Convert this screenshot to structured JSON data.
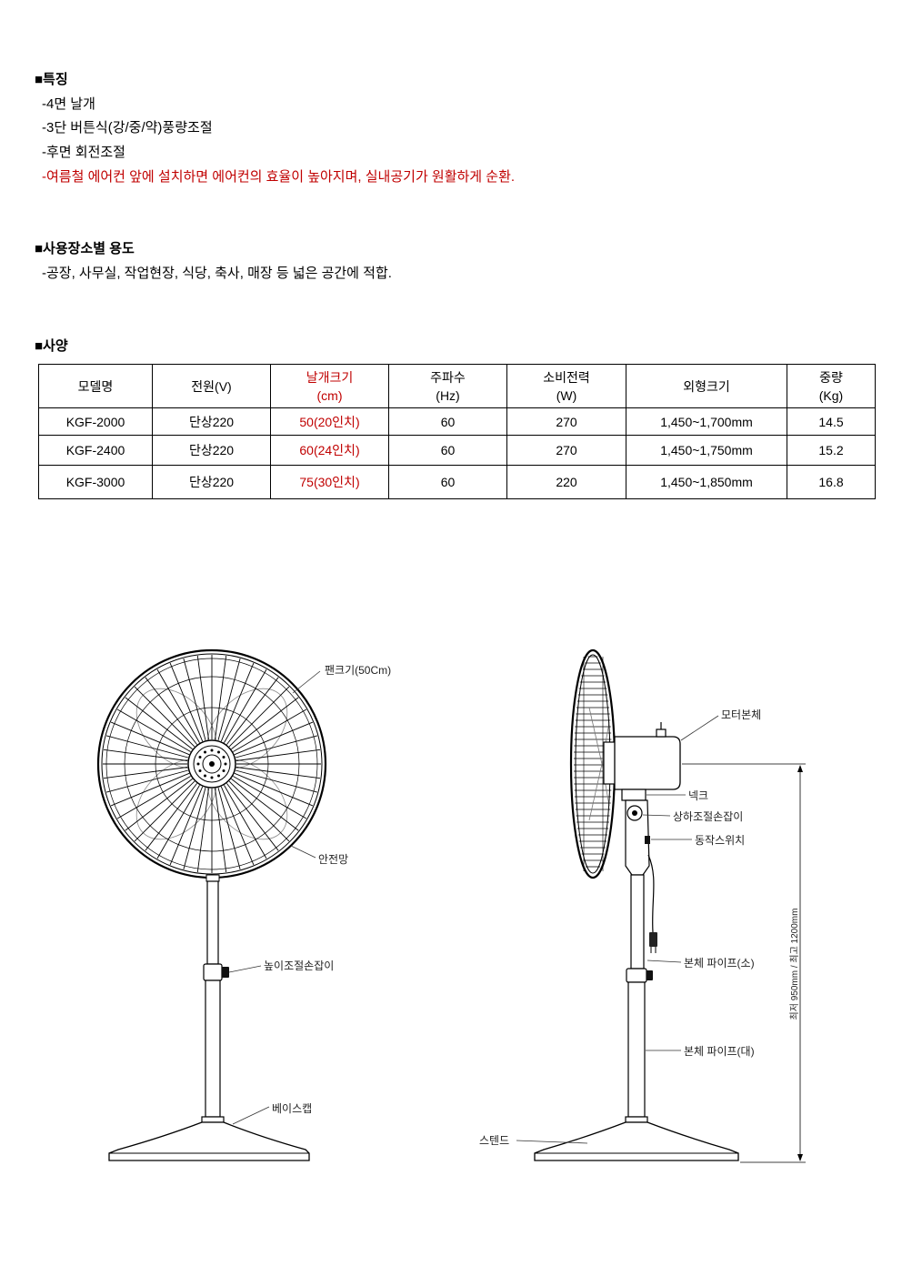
{
  "colors": {
    "text": "#000000",
    "highlight": "#c00000"
  },
  "features": {
    "heading": "■특징",
    "items": [
      "-4면 날개",
      "-3단 버튼식(강/중/약)풍량조절",
      "-후면 회전조절",
      "-여름철 에어컨 앞에 설치하면 에어컨의 효율이 높아지며, 실내공기가 원활하게 순환."
    ]
  },
  "usage": {
    "heading": "■사용장소별 용도",
    "items": [
      "-공장, 사무실, 작업현장, 식당, 축사, 매장 등 넓은 공간에 적합."
    ]
  },
  "spec": {
    "heading": "■사양",
    "headers": [
      {
        "line1": "모델명"
      },
      {
        "line1": "전원(V)"
      },
      {
        "line1": "날개크기",
        "line2": "(cm)"
      },
      {
        "line1": "주파수",
        "line2": "(Hz)"
      },
      {
        "line1": "소비전력",
        "line2": "(W)"
      },
      {
        "line1": "외형크기"
      },
      {
        "line1": "중량",
        "line2": "(Kg)"
      }
    ],
    "rows": [
      [
        "KGF-2000",
        "단상220",
        "50(20인치)",
        "60",
        "270",
        "1,450~1,700mm",
        "14.5"
      ],
      [
        "KGF-2400",
        "단상220",
        "60(24인치)",
        "60",
        "270",
        "1,450~1,750mm",
        "15.2"
      ],
      [
        "KGF-3000",
        "단상220",
        "75(30인치)",
        "60",
        "220",
        "1,450~1,850mm",
        "16.8"
      ]
    ]
  },
  "front_view": {
    "labels": {
      "fan_size": "팬크기(50Cm)",
      "guard": "안전망",
      "height_knob": "높이조절손잡이",
      "base_cap": "베이스캡"
    }
  },
  "side_view": {
    "labels": {
      "motor": "모터본체",
      "neck": "넥크",
      "tilt_knob": "상하조절손잡이",
      "switch": "동작스위치",
      "pipe_small": "본체 파이프(소)",
      "pipe_large": "본체 파이프(대)",
      "stand": "스텐드",
      "height_dim": "최저 950mm / 최고 1200mm"
    }
  }
}
